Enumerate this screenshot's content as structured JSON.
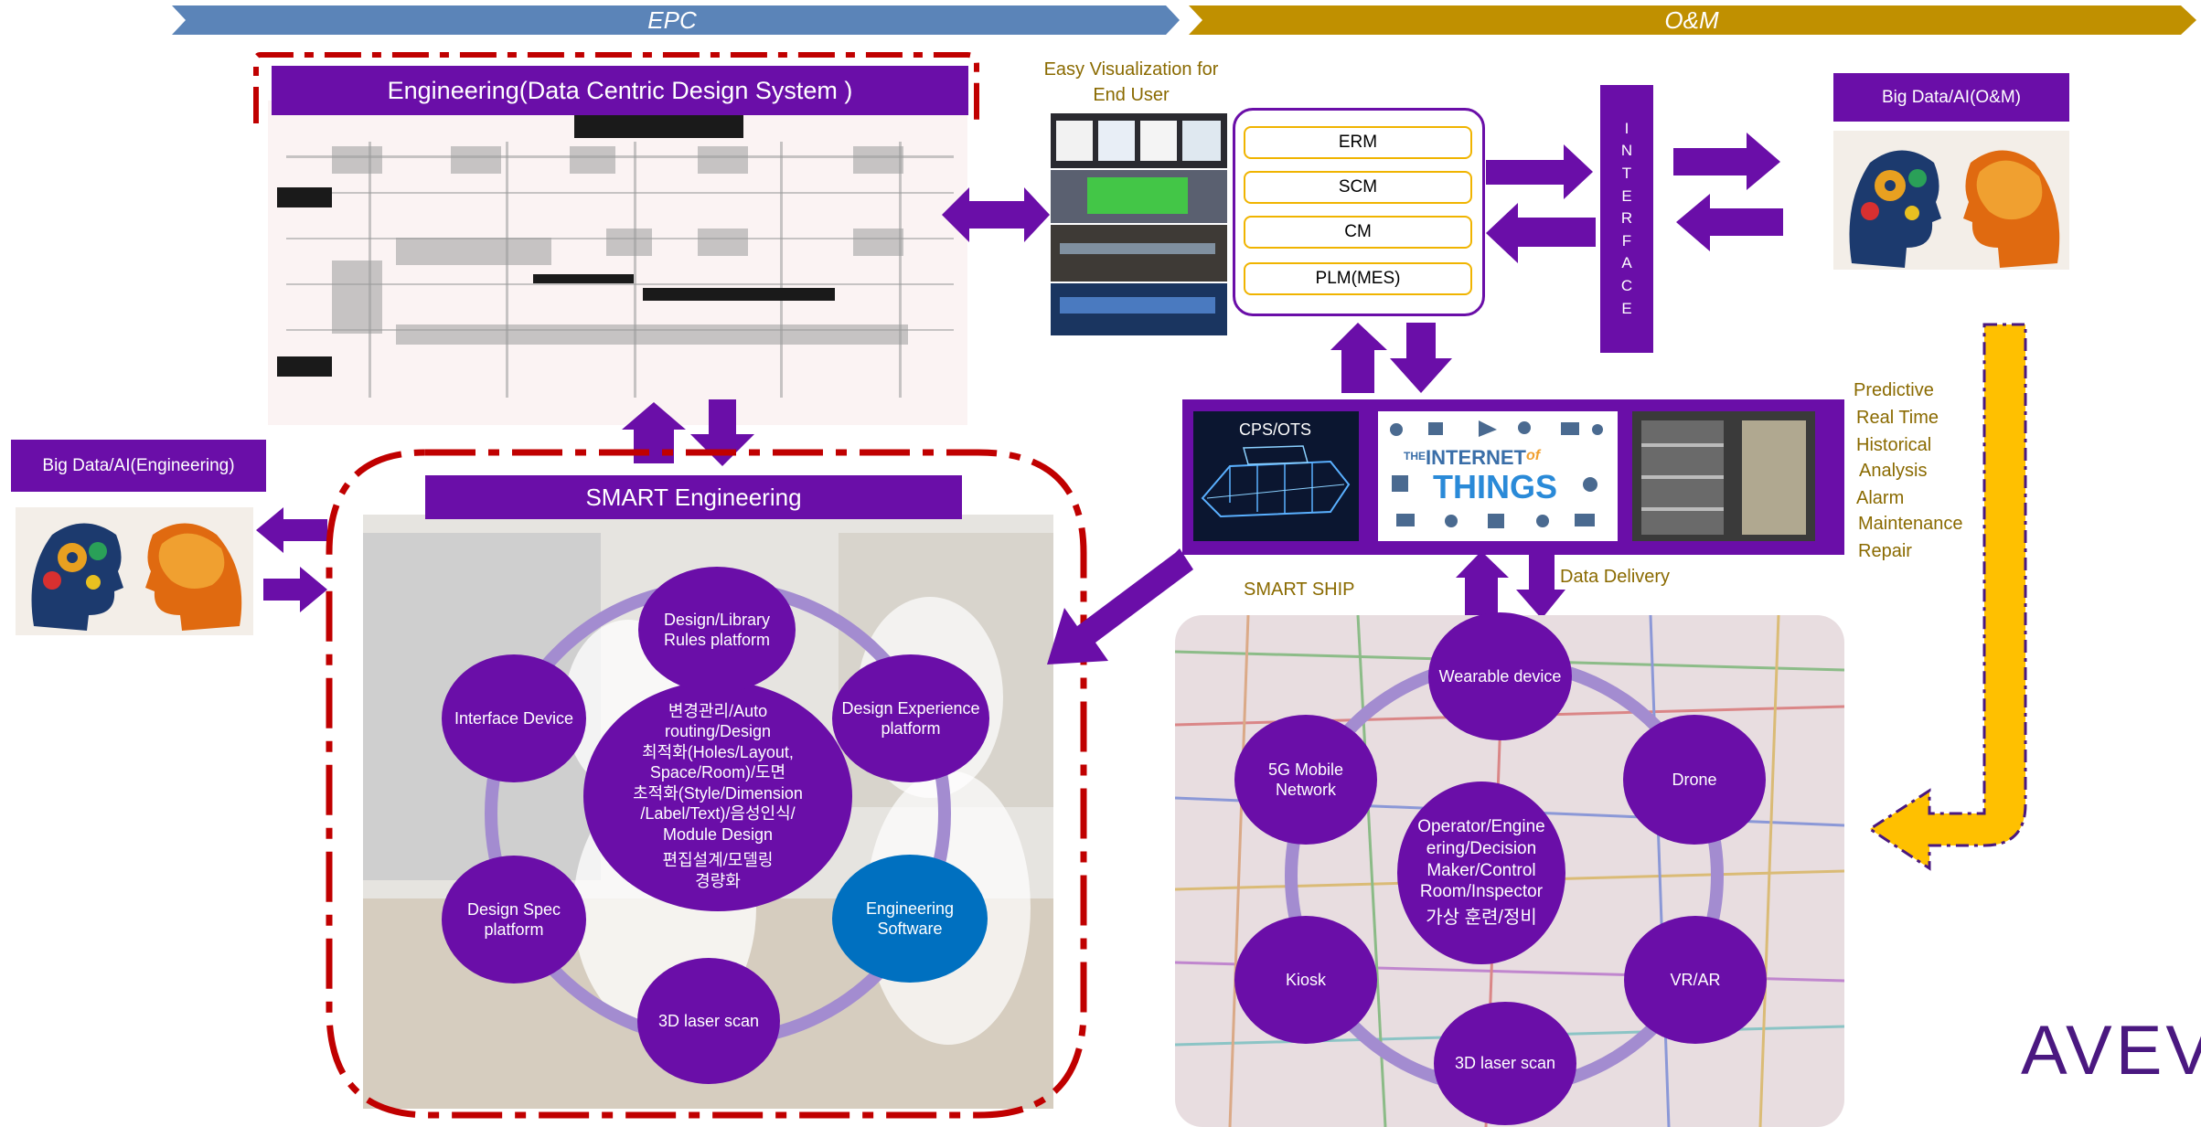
{
  "phases": {
    "epc": "EPC",
    "om": "O&M"
  },
  "engineering_title": "Engineering(Data Centric Design System )",
  "smart_engineering_title": "SMART Engineering",
  "big_data_engineering": "Big Data/AI(Engineering)",
  "big_data_om": "Big Data/AI(O&M)",
  "easy_visualization": "Easy Visualization for End User",
  "services": [
    "ERM",
    "SCM",
    "CM",
    "PLM(MES)"
  ],
  "interface_letters": [
    "I",
    "N",
    "T",
    "E",
    "R",
    "F",
    "A",
    "C",
    "E"
  ],
  "cps_ots_label": "CPS/OTS",
  "iot_label": {
    "prefix": "THE",
    "word": "INTERNET",
    "of": "of",
    "things": "THINGS"
  },
  "om_functions": [
    "Predictive",
    "Real Time",
    "Historical",
    "Analysis",
    "Alarm",
    "Maintenance",
    "Repair"
  ],
  "smart_ship_label": "SMART SHIP",
  "data_delivery_label": "Data Delivery",
  "smart_engineering_center": {
    "lines": [
      "변경관리/Auto",
      "routing/Design",
      "최적화(Holes/Layout,",
      "Space/Room)/도면",
      "초적화(Style/Dimension",
      "/Label/Text)/음성인식/",
      "Module Design",
      "편집설계/모델링",
      "경량화"
    ]
  },
  "smart_engineering_nodes": [
    "Design/Library Rules platform",
    "Design Experience platform",
    "Engineering Software",
    "3D laser scan",
    "Design Spec platform",
    "Interface Device"
  ],
  "smart_ship_center": {
    "lines": [
      "Operator/Engine",
      "ering/Decision",
      "Maker/Control",
      "Room/Inspector",
      "가상 훈련/정비"
    ]
  },
  "smart_ship_nodes": [
    "Wearable device",
    "Drone",
    "VR/AR",
    "3D laser scan",
    "Kiosk",
    "5G Mobile Network"
  ],
  "logo_text": "AVEV",
  "colors": {
    "purple": "#6a0ea8",
    "epc_arrow": "#5b84b8",
    "om_arrow": "#c09000",
    "dash_red": "#c00000",
    "yellow_arrow": "#ffc000",
    "engineering_software": "#0070c0",
    "olive_text": "#8a6a00"
  }
}
